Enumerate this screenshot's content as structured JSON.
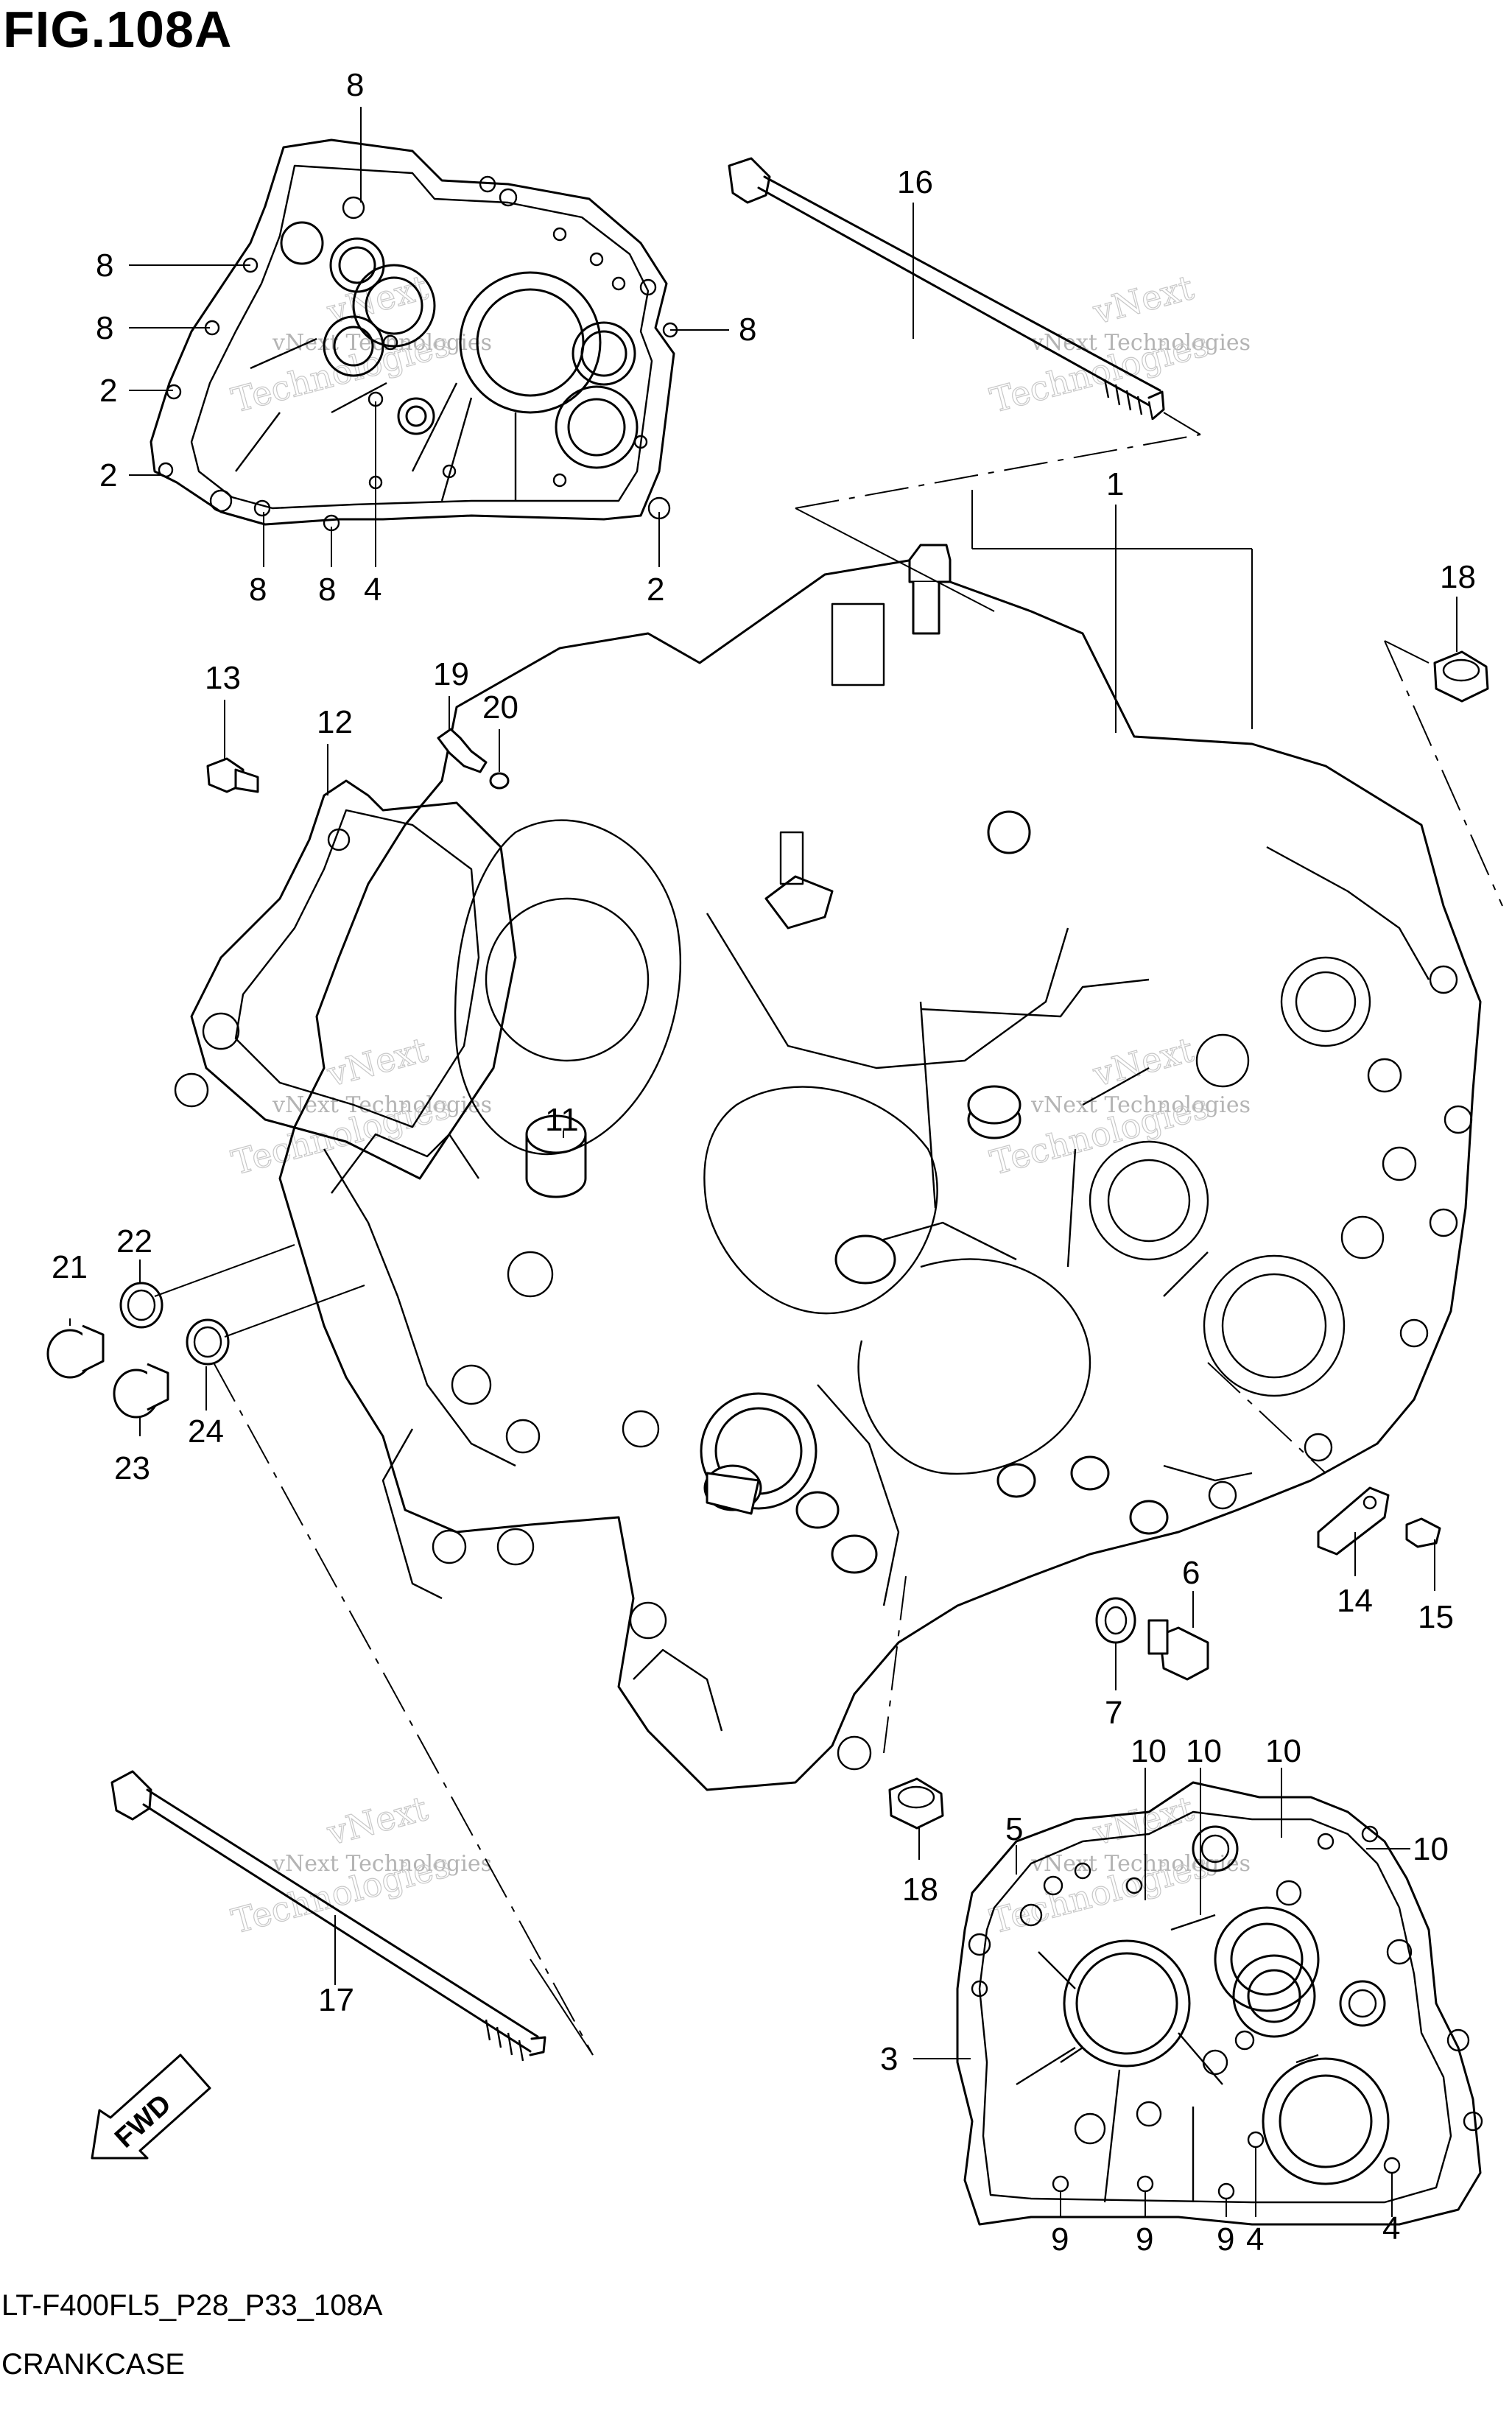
{
  "figure": {
    "title": "FIG.108A",
    "code": "LT-F400FL5_P28_P33_108A",
    "caption": "CRANKCASE",
    "fwd_label": "FWD"
  },
  "watermark": {
    "line1": "vNext Technologies",
    "line2": "vNext",
    "line3": "Technologies"
  },
  "callouts": [
    "1",
    "2",
    "3",
    "4",
    "5",
    "6",
    "7",
    "8",
    "9",
    "10",
    "11",
    "12",
    "13",
    "14",
    "15",
    "16",
    "17",
    "18",
    "19",
    "20",
    "21",
    "22",
    "23",
    "24"
  ]
}
